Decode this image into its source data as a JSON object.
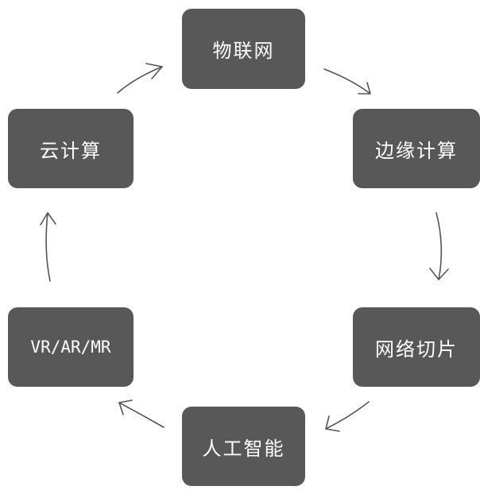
{
  "diagram": {
    "nodes": {
      "iot": "物联网",
      "edge": "边缘计算",
      "slice": "网络切片",
      "ai": "人工智能",
      "vr": "VR/AR/MR",
      "cloud": "云计算"
    },
    "colors": {
      "node_fill": "#585858",
      "node_text": "#ffffff",
      "arrow": "#555555"
    }
  }
}
